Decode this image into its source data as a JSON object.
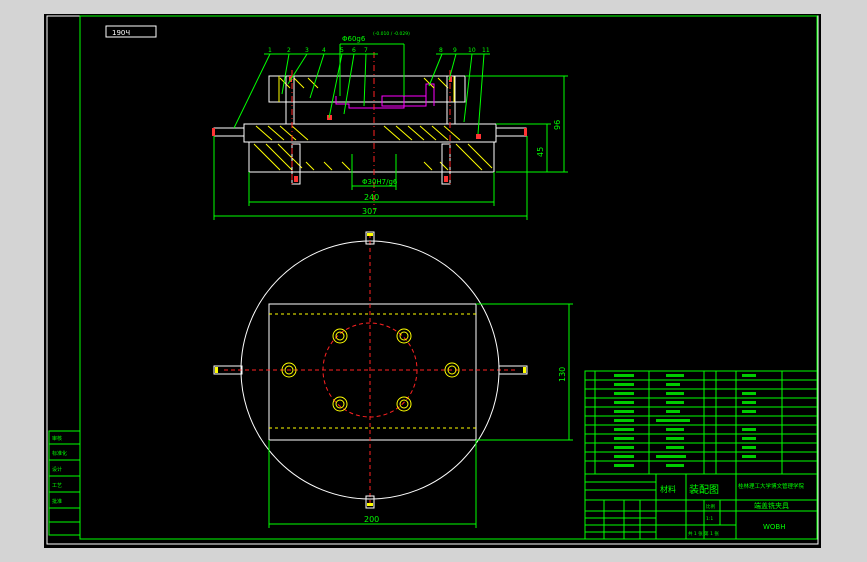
{
  "corner_label": "190Ч",
  "top_view": {
    "balloons": [
      "1",
      "2",
      "3",
      "4",
      "5",
      "6",
      "7",
      "8",
      "9",
      "10",
      "11"
    ],
    "fit_top": "Φ60g6",
    "fit_top_tol": "(-0.010 / -0.029)",
    "fit_bottom": "Φ30H7/g6",
    "dim_240": "240",
    "dim_307": "307",
    "dim_96": "96",
    "dim_45": "45"
  },
  "plan_view": {
    "dim_200": "200",
    "dim_130": "130"
  },
  "side_table": {
    "rows": [
      "审核",
      "标准化",
      "设计",
      "工艺",
      "批准"
    ]
  },
  "title_block": {
    "drawing_type": "装配图",
    "school": "桂林理工大学博文管理学院",
    "part_name": "端盖铣夹具",
    "drawing_no": "WOBH",
    "material_label": "材料",
    "scale_label": "比例",
    "sheet_label": "共 1 张 第 1 张",
    "scale": "1:1"
  }
}
